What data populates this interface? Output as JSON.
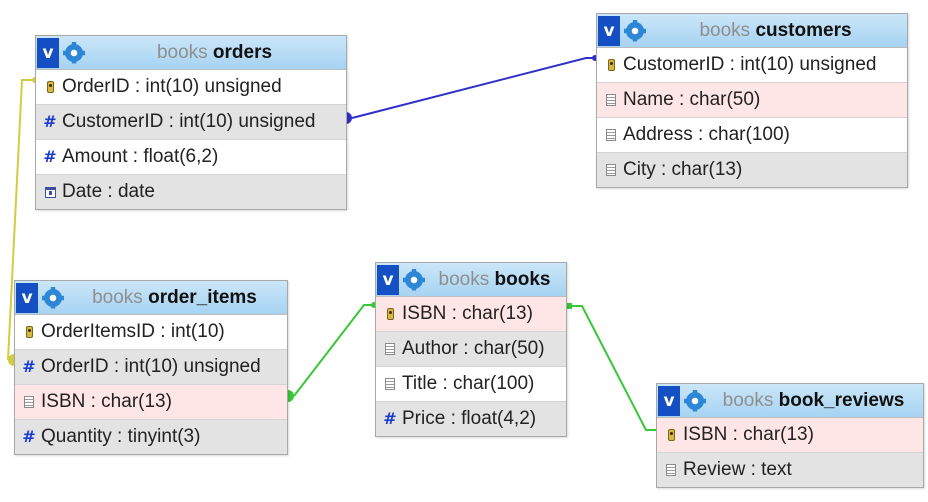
{
  "link_colors": {
    "orders_customers": "#3030c8",
    "order_items_orders": "#d2cc40",
    "order_items_books": "#37c837",
    "book_reviews_books": "#37c837"
  },
  "tables": {
    "orders": {
      "db": "books",
      "name": "orders",
      "columns": [
        {
          "text": "OrderID : int(10) unsigned",
          "icon": "primary-key-icon"
        },
        {
          "text": "CustomerID : int(10) unsigned",
          "icon": "numeric-icon"
        },
        {
          "text": "Amount : float(6,2)",
          "icon": "numeric-icon"
        },
        {
          "text": "Date : date",
          "icon": "date-icon"
        }
      ]
    },
    "customers": {
      "db": "books",
      "name": "customers",
      "columns": [
        {
          "text": "CustomerID : int(10) unsigned",
          "icon": "primary-key-icon"
        },
        {
          "text": "Name : char(50)",
          "icon": "text-icon"
        },
        {
          "text": "Address : char(100)",
          "icon": "text-icon"
        },
        {
          "text": "City : char(13)",
          "icon": "text-icon"
        }
      ]
    },
    "order_items": {
      "db": "books",
      "name": "order_items",
      "columns": [
        {
          "text": "OrderItemsID : int(10)",
          "icon": "primary-key-icon"
        },
        {
          "text": "OrderID : int(10) unsigned",
          "icon": "numeric-icon"
        },
        {
          "text": "ISBN : char(13)",
          "icon": "text-icon"
        },
        {
          "text": "Quantity : tinyint(3)",
          "icon": "numeric-icon"
        }
      ]
    },
    "books": {
      "db": "books",
      "name": "books",
      "columns": [
        {
          "text": "ISBN : char(13)",
          "icon": "primary-key-icon"
        },
        {
          "text": "Author : char(50)",
          "icon": "text-icon"
        },
        {
          "text": "Title : char(100)",
          "icon": "text-icon"
        },
        {
          "text": "Price : float(4,2)",
          "icon": "numeric-icon"
        }
      ]
    },
    "book_reviews": {
      "db": "books",
      "name": "book_reviews",
      "columns": [
        {
          "text": "ISBN : char(13)",
          "icon": "primary-key-icon"
        },
        {
          "text": "Review : text",
          "icon": "text-icon"
        }
      ]
    }
  }
}
